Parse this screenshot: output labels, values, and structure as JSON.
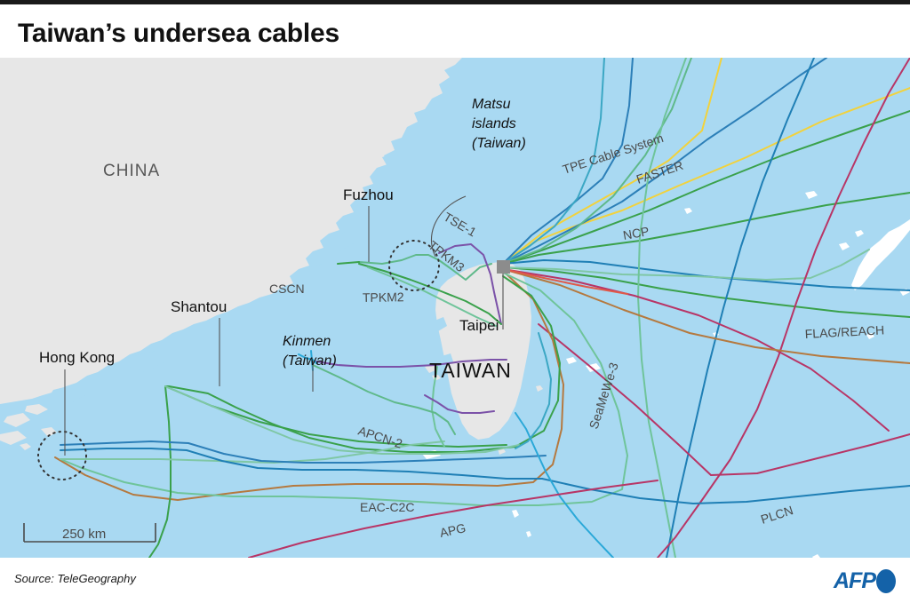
{
  "header": {
    "title": "Taiwan’s undersea cables"
  },
  "footer": {
    "source": "Source: TeleGeography",
    "logo_text": "AFP",
    "logo_name": "afp-logo"
  },
  "map": {
    "scale_bar": {
      "label": "250 km"
    },
    "sea_color": "#a9d9f2",
    "land_color": "#e7e7e7",
    "places": [
      {
        "name": "CHINA",
        "kind": "country"
      },
      {
        "name": "TAIWAN",
        "kind": "country"
      },
      {
        "name": "Taipei",
        "kind": "city"
      },
      {
        "name": "Fuzhou",
        "kind": "city"
      },
      {
        "name": "Shantou",
        "kind": "city"
      },
      {
        "name": "Hong Kong",
        "kind": "city"
      }
    ],
    "island_labels": [
      {
        "line1": "Matsu",
        "line2": "islands",
        "line3": "(Taiwan)"
      },
      {
        "line1": "Kinmen",
        "line2": "(Taiwan)"
      }
    ],
    "marker": {
      "name": "taipei-marker",
      "color": "#8c8c8c"
    },
    "cable_labels": [
      {
        "id": "tse1",
        "text": "TSE-1",
        "color": "#5fb98a"
      },
      {
        "id": "tpkm3",
        "text": "TPKM3",
        "color": "#3aa14b"
      },
      {
        "id": "tpkm2",
        "text": "TPKM2",
        "color": "#7b52a8"
      },
      {
        "id": "cscn",
        "text": "CSCN",
        "color": "#2aa8d8"
      },
      {
        "id": "tpe",
        "text": "TPE Cable System",
        "color": "#f2d23c"
      },
      {
        "id": "faster",
        "text": "FASTER",
        "color": "#3aa14b"
      },
      {
        "id": "ncp",
        "text": "NCP",
        "color": "#3aa14b"
      },
      {
        "id": "flag",
        "text": "FLAG/REACH",
        "color": "#b5793f"
      },
      {
        "id": "smw3",
        "text": "SeaMeWe-3",
        "color": "#6fc49a"
      },
      {
        "id": "plcn",
        "text": "PLCN",
        "color": "#b83566"
      },
      {
        "id": "apcn2",
        "text": "APCN-2",
        "color": "#3aa14b"
      },
      {
        "id": "eacc2c",
        "text": "EAC-C2C",
        "color": "#1f7fb5"
      },
      {
        "id": "apg",
        "text": "APG",
        "color": "#b83566"
      }
    ]
  }
}
